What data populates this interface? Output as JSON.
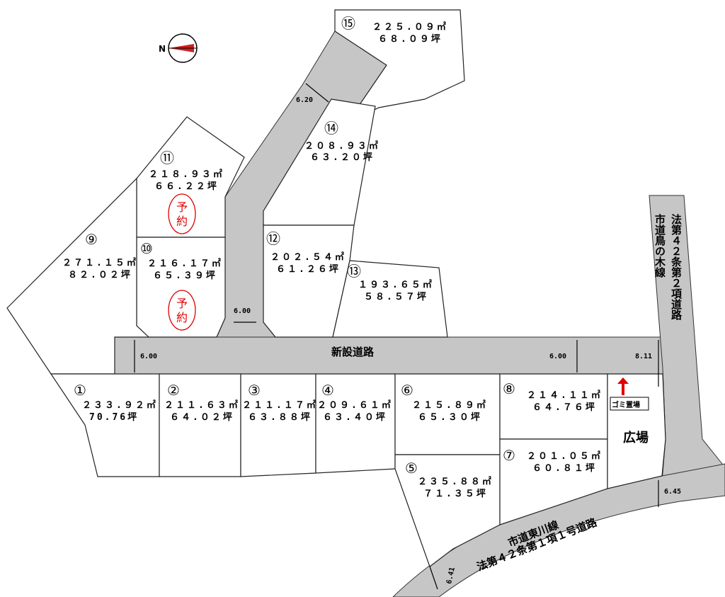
{
  "lots": [
    {
      "no": "①",
      "sqm": "２３３.９２㎡",
      "tsubo": "70.76坪"
    },
    {
      "no": "②",
      "sqm": "２１１.６３㎡",
      "tsubo": "６４.０２坪"
    },
    {
      "no": "③",
      "sqm": "２１１.１７㎡",
      "tsubo": "６３.８８坪"
    },
    {
      "no": "④",
      "sqm": "２０９.６１㎡",
      "tsubo": "６３.４０坪"
    },
    {
      "no": "⑤",
      "sqm": "２３５.８８㎡",
      "tsubo": "７１.３５坪"
    },
    {
      "no": "⑥",
      "sqm": "２１５.８９㎡",
      "tsubo": "６５.３０坪"
    },
    {
      "no": "⑦",
      "sqm": "２０１.０５㎡",
      "tsubo": "６０.８１坪"
    },
    {
      "no": "⑧",
      "sqm": "２１４.１１㎡",
      "tsubo": "６４.７６坪"
    },
    {
      "no": "⑨",
      "sqm": "２７１.１５㎡",
      "tsubo": "８２.０２坪"
    },
    {
      "no": "⑩",
      "sqm": "２１６.１７㎡",
      "tsubo": "６５.３９坪"
    },
    {
      "no": "⑪",
      "sqm": "２１８.９３㎡",
      "tsubo": "６６.２２坪"
    },
    {
      "no": "⑫",
      "sqm": "２０２.５４㎡",
      "tsubo": "６１.２６坪"
    },
    {
      "no": "⑬",
      "sqm": "１９３.６５㎡",
      "tsubo": "５８.５７坪"
    },
    {
      "no": "⑭",
      "sqm": "２０８.９３㎡",
      "tsubo": "６３.２０坪"
    },
    {
      "no": "⑮",
      "sqm": "２２５.０９㎡",
      "tsubo": "６８.０９坪"
    }
  ],
  "reserved": {
    "line1": "予",
    "line2": "約"
  },
  "roads": {
    "new_road": "新設道路",
    "east_river": "市道東川線",
    "east_river_sub": "法第４２条第１項１号道路",
    "tori_line": "市道鳥の木線",
    "tori_sub": "法第４２条第２項道路"
  },
  "plaza": "広場",
  "garbage": "ゴミ置場",
  "compass": "N",
  "dims": {
    "d620": "6.20",
    "d600_branch": "6.00",
    "d600_left": "6.00",
    "d600_right": "6.00",
    "d811": "8.11",
    "d645": "6.45",
    "d641": "6.41"
  },
  "colors": {
    "road": "#c6c6c6",
    "reserved": "#dd0000",
    "arrow": "#dd0000"
  }
}
